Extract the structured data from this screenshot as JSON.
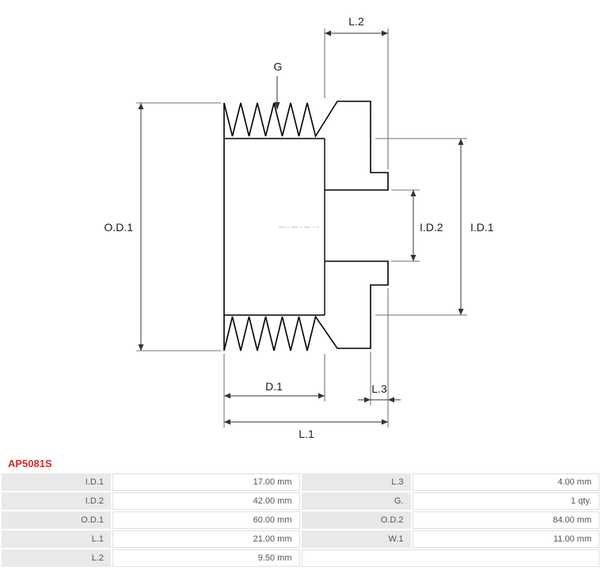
{
  "part_number": "AP5081S",
  "diagram": {
    "title": "alternator-pulley-technical-drawing",
    "dimension_labels": {
      "G": "G",
      "L1": "L.1",
      "L2": "L.2",
      "L3": "L.3",
      "OD1": "O.D.1",
      "ID1": "I.D.1",
      "ID2": "I.D.2",
      "D1": "D.1"
    }
  },
  "spec_table": {
    "rows": [
      {
        "label_left": "I.D.1",
        "value_left": "17.00 mm",
        "label_right": "L.3",
        "value_right": "4.00 mm"
      },
      {
        "label_left": "I.D.2",
        "value_left": "42.00 mm",
        "label_right": "G.",
        "value_right": "1 qty."
      },
      {
        "label_left": "O.D.1",
        "value_left": "60.00 mm",
        "label_right": "O.D.2",
        "value_right": "84.00 mm"
      },
      {
        "label_left": "L.1",
        "value_left": "21.00 mm",
        "label_right": "W.1",
        "value_right": "11.00 mm"
      },
      {
        "label_left": "L.2",
        "value_left": "9.50 mm",
        "label_right": "",
        "value_right": ""
      }
    ]
  },
  "colors": {
    "part_number_red": "#c5302f",
    "table_label_bg": "#e9e9e9",
    "table_border": "#e0e0e0",
    "drawing_line": "#000000"
  }
}
